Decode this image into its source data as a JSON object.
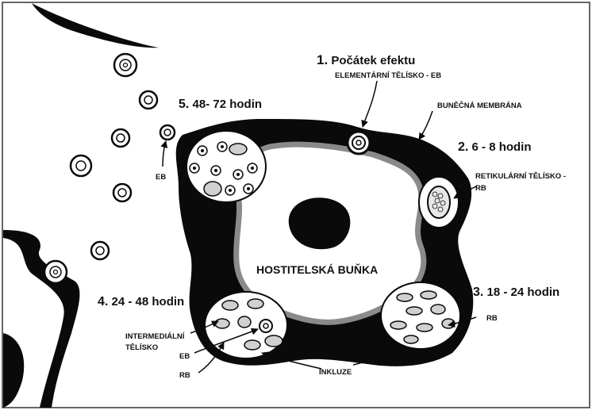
{
  "stages": [
    {
      "number": "1.",
      "text": "Počátek efektu"
    },
    {
      "number": "2.",
      "text": "6 - 8 hodin"
    },
    {
      "number": "3.",
      "text": "18 - 24 hodin"
    },
    {
      "number": "4.",
      "text": "24 - 48 hodin"
    },
    {
      "number": "5.",
      "text": "48- 72 hodin"
    }
  ],
  "labels": {
    "eb_long": "ELEMENTÁRNÍ TĚLÍSKO - EB",
    "membrane": "BUNĚČNÁ MEMBRÁNA",
    "rb_long_1": "RETIKULÁRNÍ TĚLÍSKO -",
    "rb_long_2": "RB",
    "host_cell": "HOSTITELSKÁ BUŇKA",
    "eb": "EB",
    "eb_bottom": "EB",
    "rb_bottom": "RB",
    "rb_right": "RB",
    "inclusion": "INKLUZE",
    "intermediate_1": "INTERMEDIÁLNÍ",
    "intermediate_2": "TĚLÍSKO"
  },
  "colors": {
    "ink": "#0a0a0a",
    "paper": "#ffffff",
    "nucleus_ring": "#8a8a8a"
  }
}
